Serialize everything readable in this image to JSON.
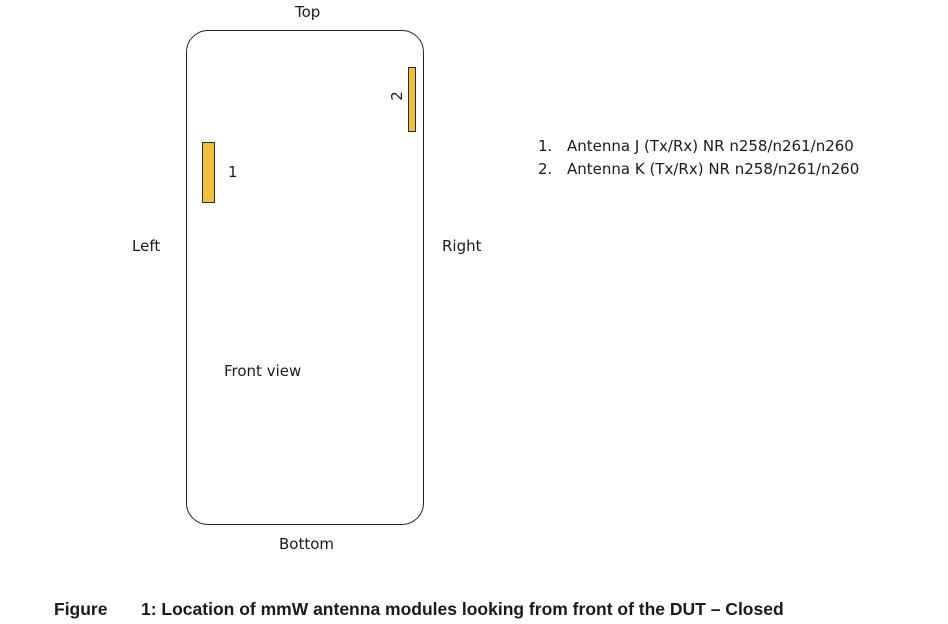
{
  "labels": {
    "top": "Top",
    "bottom": "Bottom",
    "left": "Left",
    "right": "Right",
    "front_view": "Front view"
  },
  "antennas": [
    {
      "marker": "1",
      "number": "1.",
      "text": "Antenna J (Tx/Rx) NR n258/n261/n260",
      "color": "#f0bf3c"
    },
    {
      "marker": "2",
      "number": "2.",
      "text": "Antenna K (Tx/Rx) NR n258/n261/n260",
      "color": "#f0bf3c"
    }
  ],
  "caption": {
    "figure": "Figure",
    "text": "1: Location of mmW antenna modules looking from front of the DUT – Closed"
  }
}
